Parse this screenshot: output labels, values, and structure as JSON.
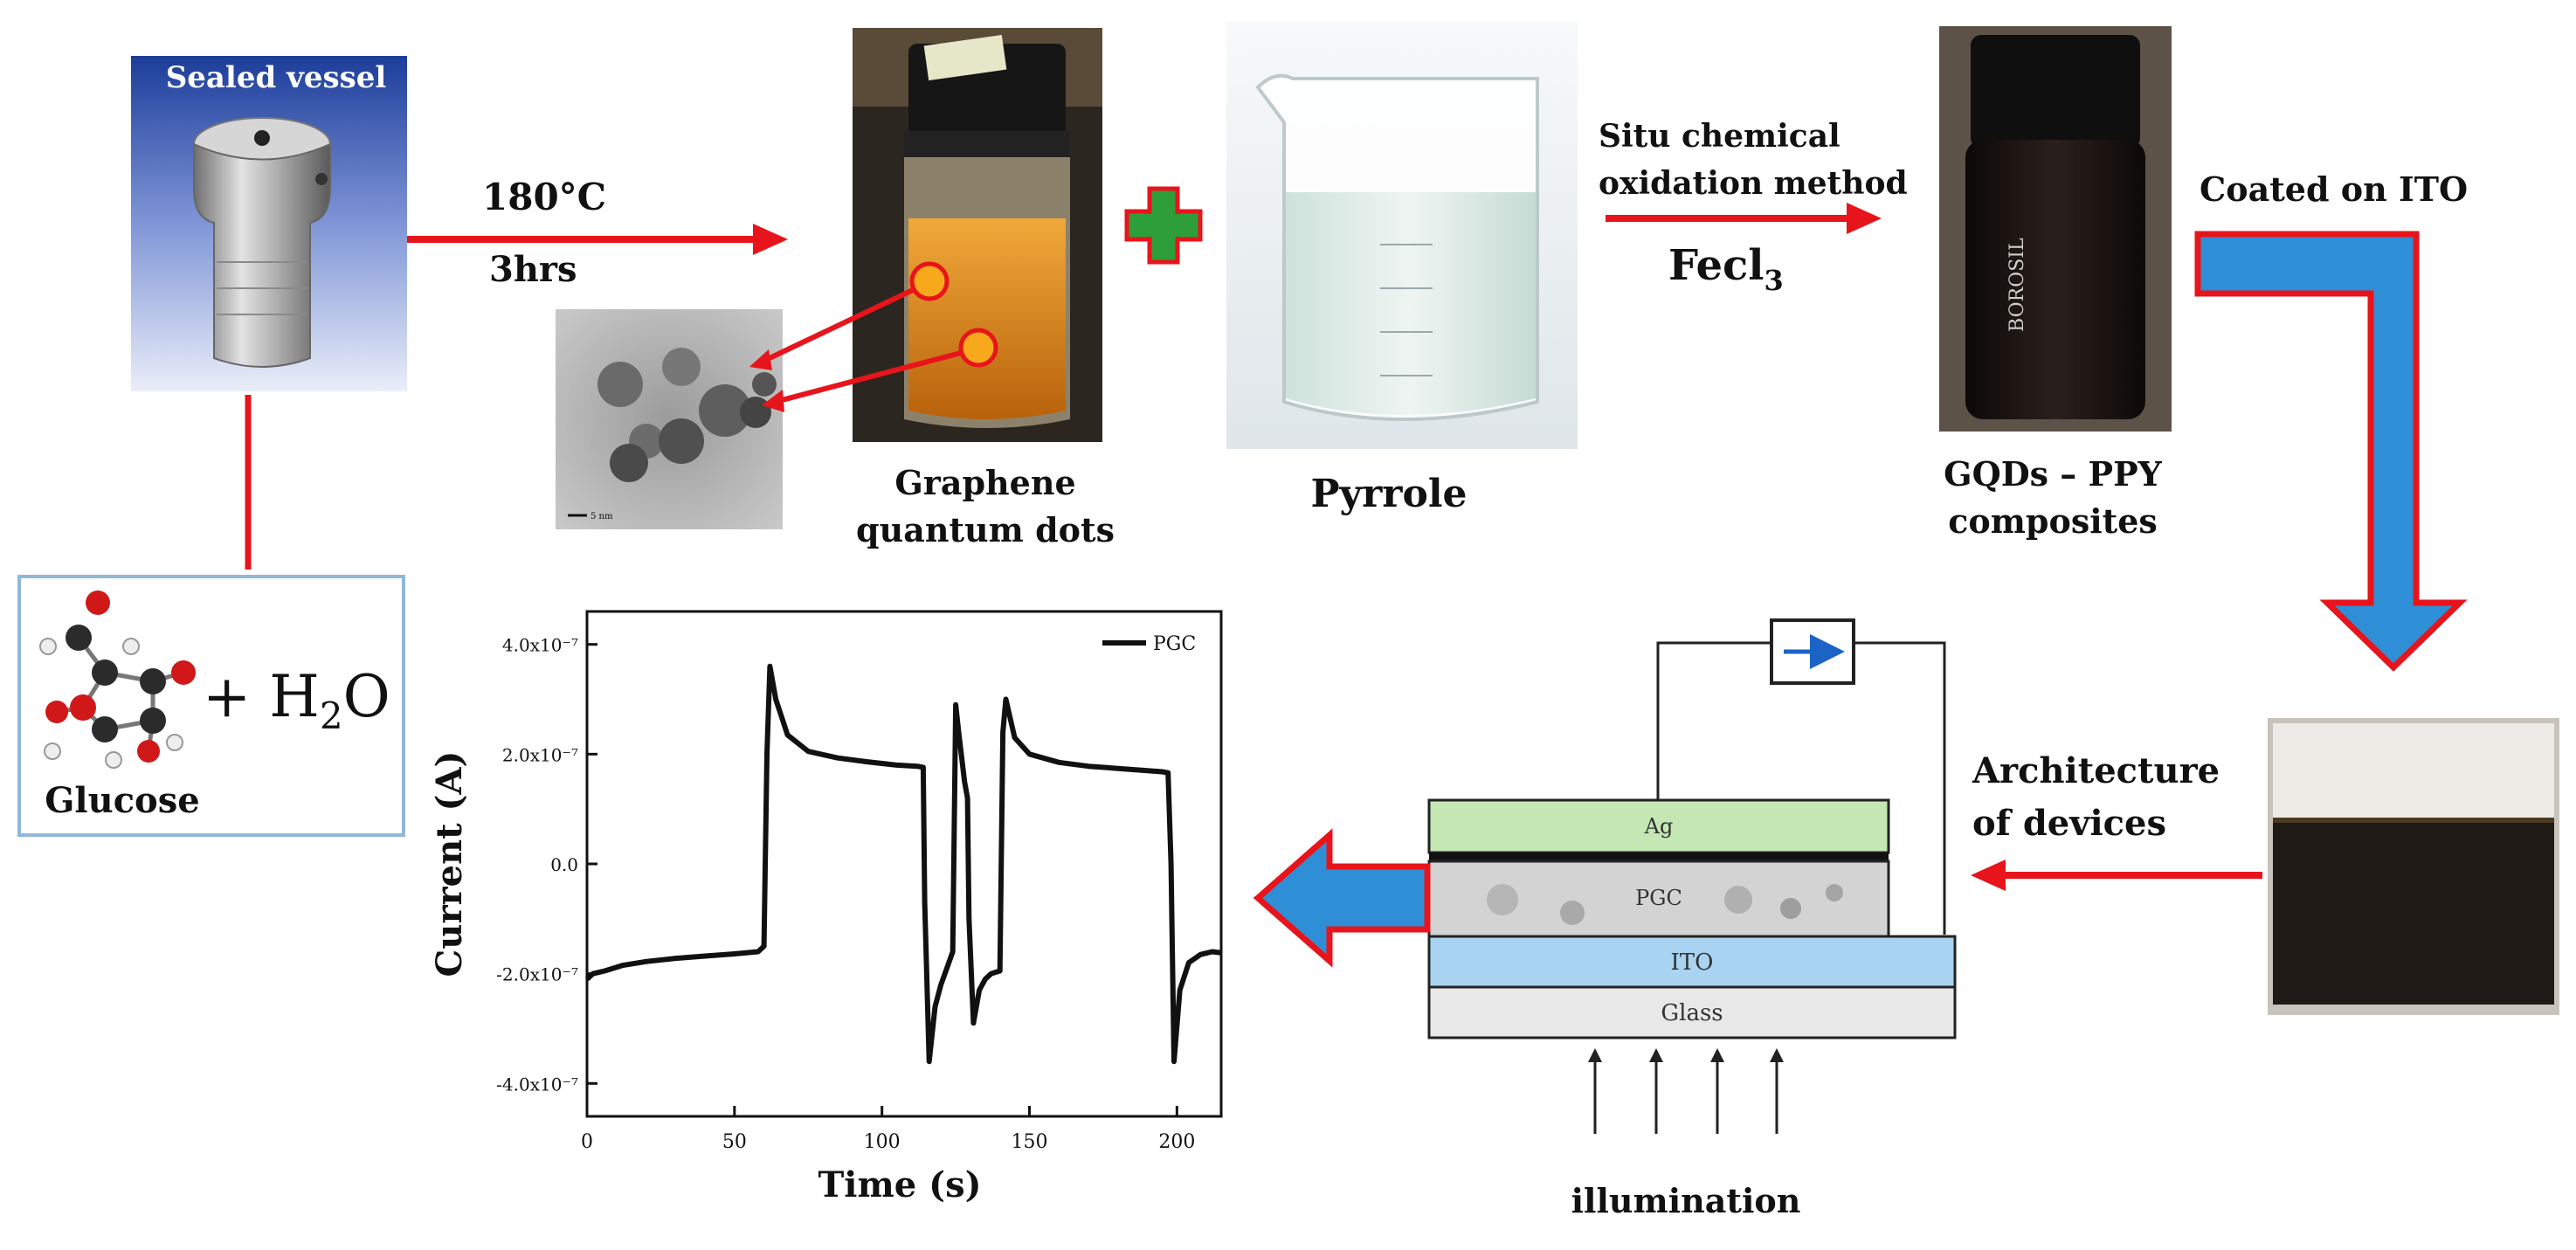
{
  "colors": {
    "arrow_red": "#e8141b",
    "flow_blue": "#2f8fd6",
    "plus_green": "#2e9e3a",
    "ag_layer": "#c4e7b4",
    "ito_layer": "#a9d4f1",
    "glass_layer": "#e8e8e8",
    "jar_liquid": "#d7891a",
    "dark_composite": "#1a1412"
  },
  "icons": [
    "sealed-vessel-photo",
    "glucose-molecule-icon",
    "tem-image",
    "gqd-vial-photo",
    "beaker-photo",
    "composite-vial-photo",
    "film-sample-photo",
    "ammeter-icon"
  ],
  "labels": {
    "sealed_vessel": "Sealed vessel",
    "temp": "180°C",
    "time": "3hrs",
    "h2o_plus": "+ H",
    "h2o_sub": "2",
    "h2o_o": "O",
    "glucose": "Glucose",
    "gqd_line1": "Graphene",
    "gqd_line2": "quantum dots",
    "pyrrole": "Pyrrole",
    "situ_line1": "Situ chemical",
    "situ_line2": "oxidation method",
    "fecl_main": "Fecl",
    "fecl_sub": "3",
    "composite_line1": "GQDs – PPY",
    "composite_line2": "composites",
    "coated": "Coated on ITO",
    "arch_line1": "Architecture",
    "arch_line2": "of devices",
    "illumination": "illumination",
    "tem_scale": "5 nm",
    "vial_brand": "BOROSIL"
  },
  "device_layers": [
    "Ag",
    "PGC",
    "ITO",
    "Glass"
  ],
  "chart_data": {
    "type": "line",
    "xlabel": "Time (s)",
    "ylabel": "Current (A)",
    "xlim": [
      0,
      215
    ],
    "ylim": [
      -4.6e-07,
      4.6e-07
    ],
    "x_ticks": [
      0,
      50,
      100,
      150,
      200
    ],
    "x_tick_labels": [
      "0",
      "50",
      "100",
      "150",
      "200"
    ],
    "y_ticks": [
      4e-07,
      2e-07,
      0,
      -2e-07,
      -4e-07
    ],
    "y_tick_labels": [
      "4.0x10⁻⁷",
      "2.0x10⁻⁷",
      "0.0",
      "-2.0x10⁻⁷",
      "-4.0x10⁻⁷"
    ],
    "series": [
      {
        "name": "PGC",
        "x": [
          0,
          2,
          6,
          12,
          20,
          30,
          40,
          50,
          58,
          60,
          61,
          62,
          64,
          68,
          75,
          85,
          95,
          105,
          112,
          114,
          114.5,
          116,
          118,
          120,
          122,
          124,
          125,
          126,
          128,
          129,
          129.5,
          131,
          133,
          135,
          137,
          140,
          141,
          142,
          145,
          150,
          160,
          170,
          180,
          190,
          195,
          197,
          198,
          199,
          201,
          204,
          208,
          212,
          215
        ],
        "y": [
          -2.1e-07,
          -2e-07,
          -1.95e-07,
          -1.85e-07,
          -1.78e-07,
          -1.72e-07,
          -1.68e-07,
          -1.64e-07,
          -1.6e-07,
          -1.5e-07,
          2e-07,
          3.6e-07,
          3e-07,
          2.35e-07,
          2.05e-07,
          1.93e-07,
          1.86e-07,
          1.8e-07,
          1.78e-07,
          1.76e-07,
          -7e-08,
          -3.6e-07,
          -2.6e-07,
          -2.2e-07,
          -1.9e-07,
          -1.6e-07,
          2.9e-07,
          2.4e-07,
          1.5e-07,
          1.2e-07,
          -1e-07,
          -2.9e-07,
          -2.3e-07,
          -2.1e-07,
          -2e-07,
          -1.95e-07,
          2.4e-07,
          3e-07,
          2.3e-07,
          2e-07,
          1.85e-07,
          1.78e-07,
          1.74e-07,
          1.7e-07,
          1.68e-07,
          1.66e-07,
          0,
          -3.6e-07,
          -2.3e-07,
          -1.8e-07,
          -1.65e-07,
          -1.6e-07,
          -1.62e-07
        ]
      }
    ]
  }
}
